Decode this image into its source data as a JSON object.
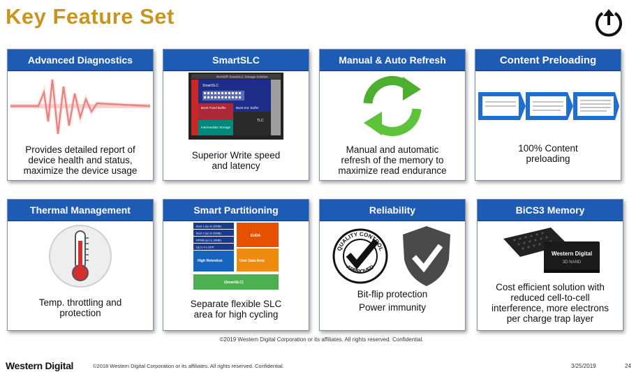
{
  "slide": {
    "title": "Key Feature Set",
    "footer_note": "©2019 Western Digital Corporation or its affiliates. All rights reserved. Confidential.",
    "brand": "Western Digital",
    "copyright": "©2018 Western Digital Corporation or its affiliates. All rights reserved. Confidential.",
    "date": "3/25/2019",
    "page": "24"
  },
  "cards": [
    {
      "title": "Advanced Diagnostics",
      "text": [
        "Provides detailed report of",
        "device health and status,",
        "maximize the device usage"
      ]
    },
    {
      "title": "SmartSLC",
      "text": [
        "Superior Write speed",
        "and latency"
      ],
      "diagram": {
        "header": "iNAND® SmartSLC Storage Solution",
        "a": "SmartSLC",
        "b": "Burst Fixed Buffer",
        "c": "Burst Ext. Buffer",
        "d": "TLC",
        "e": "Intermediate Storage"
      }
    },
    {
      "title": "Manual & Auto Refresh",
      "text": [
        "Manual and automatic",
        "refresh of the memory to",
        "maximize read endurance"
      ]
    },
    {
      "title": "Content Preloading",
      "text": [
        "100% Content",
        "preloading"
      ]
    },
    {
      "title": "Thermal Management",
      "text": [
        "Temp. throttling and",
        "protection"
      ]
    },
    {
      "title": "Smart Partitioning",
      "text": [
        "Separate flexible SLC",
        "area for high cycling"
      ],
      "diagram": {
        "r1": "Boot 1 (up to 32MB)",
        "r2": "Boot 2 (up to 32MB)",
        "r3": "RPMB (up to 16MB)",
        "r4": "Up to 4 x GPP",
        "hr": "High Retention",
        "euda": "EUDA",
        "uda": "User Data Area",
        "slc": "(SmartSLC)"
      }
    },
    {
      "title": "Reliability",
      "text": [
        "Bit-flip protection",
        "Power immunity"
      ],
      "badge": {
        "top": "QUALITY CONTROL",
        "bottom": "APPROVED"
      }
    },
    {
      "title": "BiCS3 Memory",
      "text": [
        "Cost efficient solution with",
        "reduced cell-to-cell",
        "interference, more electrons",
        "per charge trap layer"
      ],
      "chip": {
        "brand": "Western Digital",
        "label": "3D NAND"
      }
    }
  ],
  "colors": {
    "title": "#c8961e",
    "header": "#1d5bb5"
  }
}
